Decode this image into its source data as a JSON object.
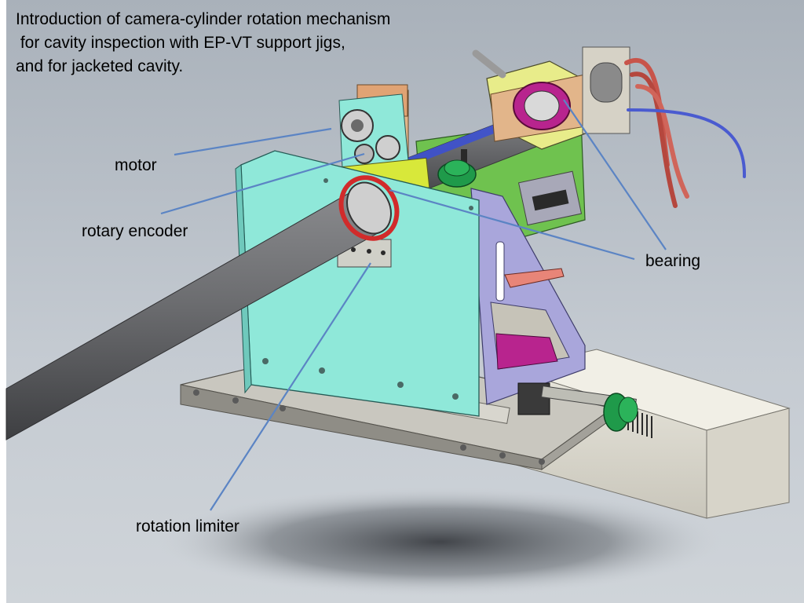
{
  "title_lines": [
    "Introduction of camera-cylinder rotation mechanism",
    " for cavity inspection with EP-VT support jigs,",
    "and for jacketed cavity."
  ],
  "callouts": {
    "motor": "motor",
    "rotary_encoder": "rotary encoder",
    "bearing": "bearing",
    "rotation_limiter": "rotation limiter"
  },
  "colors": {
    "background_top": "#a9b1ba",
    "cyan_plate": "#8fe8d9",
    "lavender_frame": "#a9a6db",
    "green_plate": "#6fc24f",
    "yellow_bracket": "#e8ec8a",
    "cylinder_gray": "#6f7073",
    "callout_line": "#5b84c4",
    "cable_red": "#c8544a",
    "cable_blue": "#4a5bd0",
    "knob_green": "#1f9a4a",
    "magenta_part": "#b8248e"
  }
}
